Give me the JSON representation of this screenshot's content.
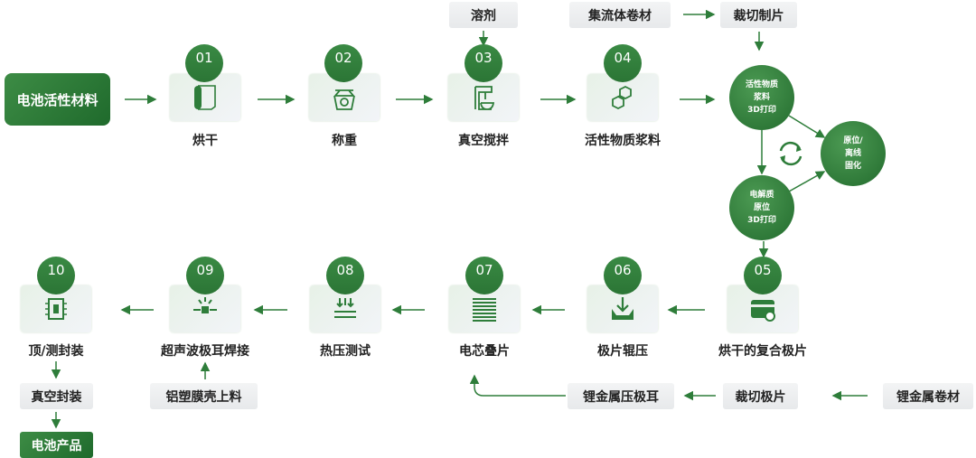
{
  "source": "电池活性材料",
  "steps": [
    {
      "num": "01",
      "label": "烘干",
      "icon": "roll-icon"
    },
    {
      "num": "02",
      "label": "称重",
      "icon": "scale-icon"
    },
    {
      "num": "03",
      "label": "真空搅拌",
      "icon": "mixer-icon"
    },
    {
      "num": "04",
      "label": "活性物质浆料",
      "icon": "molecule-icon"
    },
    {
      "num": "05",
      "label": "烘干的复合极片",
      "icon": "card-icon"
    },
    {
      "num": "06",
      "label": "极片辊压",
      "icon": "press-down-icon"
    },
    {
      "num": "07",
      "label": "电芯叠片",
      "icon": "stack-icon"
    },
    {
      "num": "08",
      "label": "热压测试",
      "icon": "heat-press-icon"
    },
    {
      "num": "09",
      "label": "超声波极耳焊接",
      "icon": "weld-icon"
    },
    {
      "num": "10",
      "label": "顶/测封装",
      "icon": "chip-icon"
    }
  ],
  "inputs": {
    "solvent": "溶剂",
    "current_collector": "集流体卷材",
    "cut_sheet": "裁切制片",
    "lithium_roll": "锂金属卷材",
    "cut_pole": "裁切极片",
    "lithium_tab": "锂金属压极耳",
    "pouch_feed": "铝塑膜壳上料",
    "vacuum_seal": "真空封装",
    "product": "电池产品"
  },
  "cycle": {
    "print_slurry": [
      "活性物质",
      "浆料",
      "3D打印"
    ],
    "cure": [
      "原位/",
      "离线",
      "固化"
    ],
    "print_electrolyte": [
      "电解质",
      "原位",
      "3D打印"
    ]
  }
}
